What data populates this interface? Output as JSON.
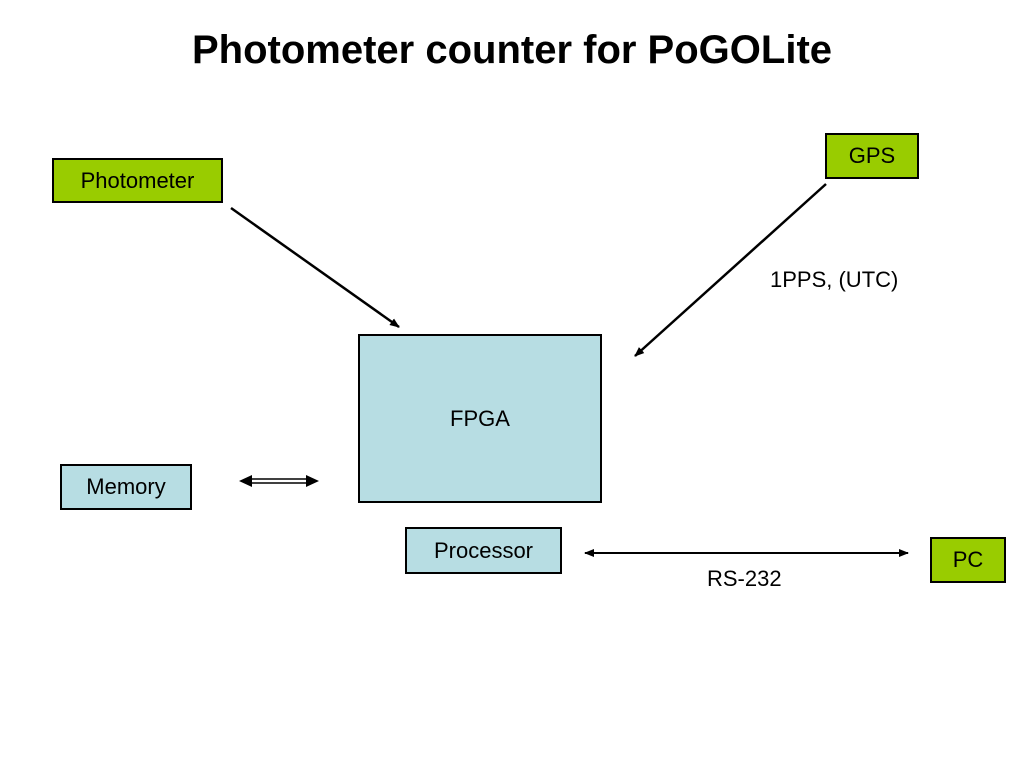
{
  "title": "Photometer counter for PoGOLite",
  "colors": {
    "green": "#99cc00",
    "lightblue": "#b7dde3",
    "stroke": "#000000"
  },
  "nodes": {
    "photometer": "Photometer",
    "gps": "GPS",
    "fpga": "FPGA",
    "memory": "Memory",
    "processor": "Processor",
    "pc": "PC"
  },
  "edges": {
    "gps_fpga": "1PPS, (UTC)",
    "processor_pc": "RS-232"
  }
}
